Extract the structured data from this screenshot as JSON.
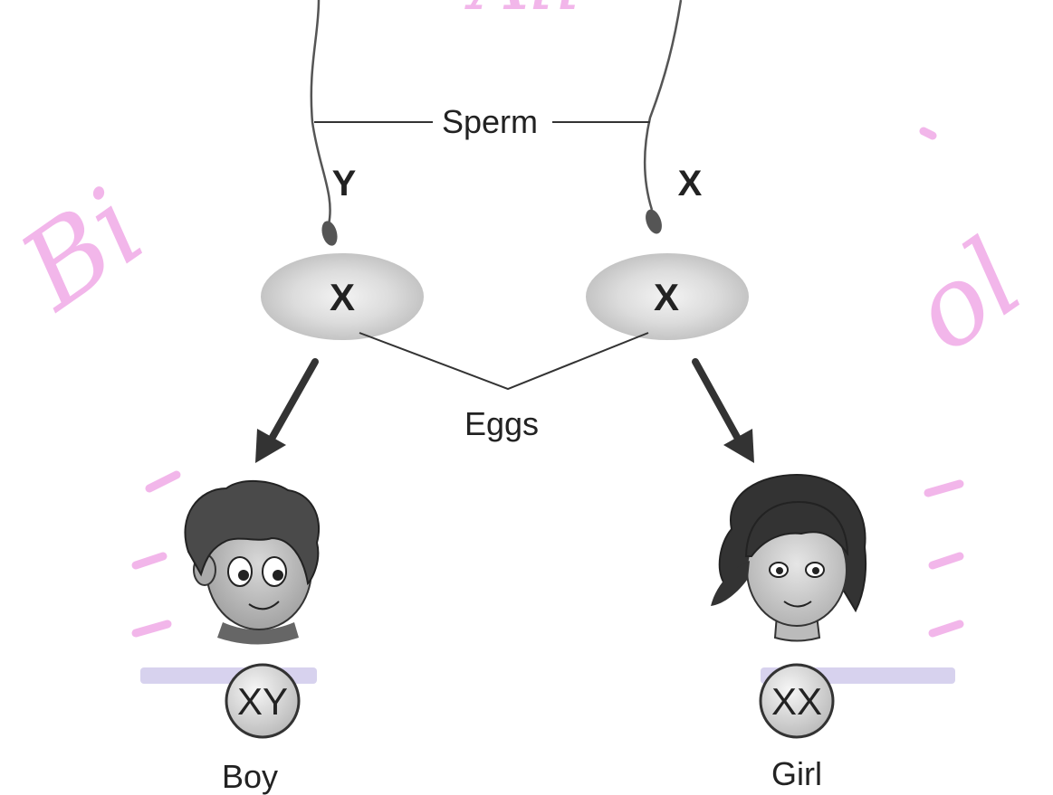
{
  "watermark": {
    "color": "#f2b6ea",
    "lavender": "#d7d2ee",
    "left_glyph": "Bi",
    "right_glyph": "ol",
    "top_glyph": "Ali"
  },
  "diagram": {
    "sperm_label": "Sperm",
    "sperm_left_chromosome": "Y",
    "sperm_right_chromosome": "X",
    "egg_left_chromosome": "X",
    "egg_right_chromosome": "X",
    "eggs_label": "Eggs",
    "boy_genotype": "XY",
    "girl_genotype": "XX",
    "boy_label": "Boy",
    "girl_label": "Girl"
  },
  "icons": {
    "sperm": "sperm-icon",
    "egg": "egg-icon",
    "arrow": "arrow-down-icon",
    "boy": "boy-face-icon",
    "girl": "girl-face-icon"
  }
}
